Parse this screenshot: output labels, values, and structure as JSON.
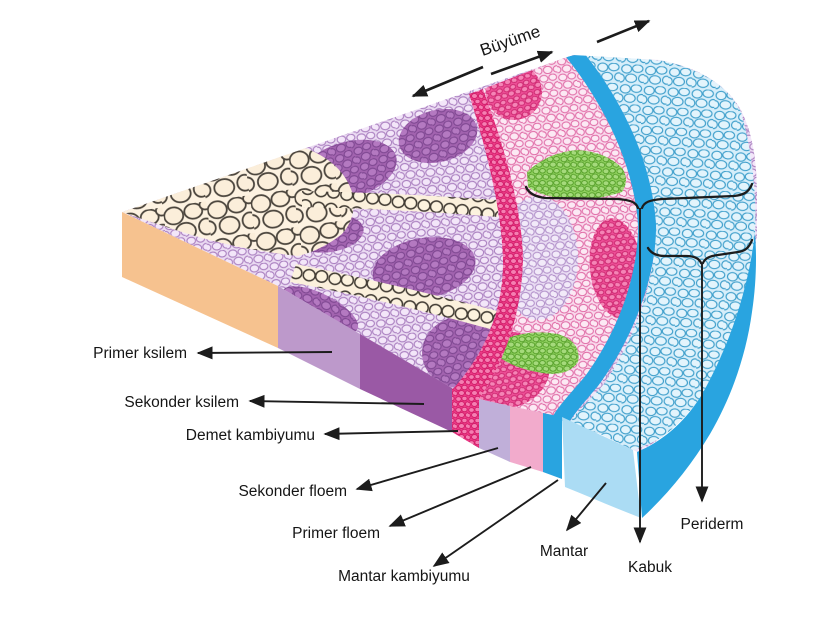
{
  "diagram": {
    "growth_label": "Büyüme",
    "labels": {
      "primer_ksilem": "Primer ksilem",
      "sekonder_ksilem": "Sekonder ksilem",
      "demet_kambiyumu": "Demet kambiyumu",
      "sekonder_floem": "Sekonder floem",
      "primer_floem": "Primer floem",
      "mantar_kambiyumu": "Mantar kambiyumu",
      "mantar": "Mantar",
      "kabuk": "Kabuk",
      "periderm": "Periderm"
    },
    "colors": {
      "pith_face": "#f6c28f",
      "primary_xylem_face": "#bd99cb",
      "secondary_xylem_face": "#9a59a5",
      "vascular_cambium": "#ee3b87",
      "secondary_phloem_face": "#c0afd9",
      "primary_phloem_face": "#f2abcc",
      "cork_cambium": "#29a4e0",
      "cork_face": "#abdcf4",
      "outer_bark_surface": "#29a4e0",
      "line": "#1c1c1c"
    }
  }
}
